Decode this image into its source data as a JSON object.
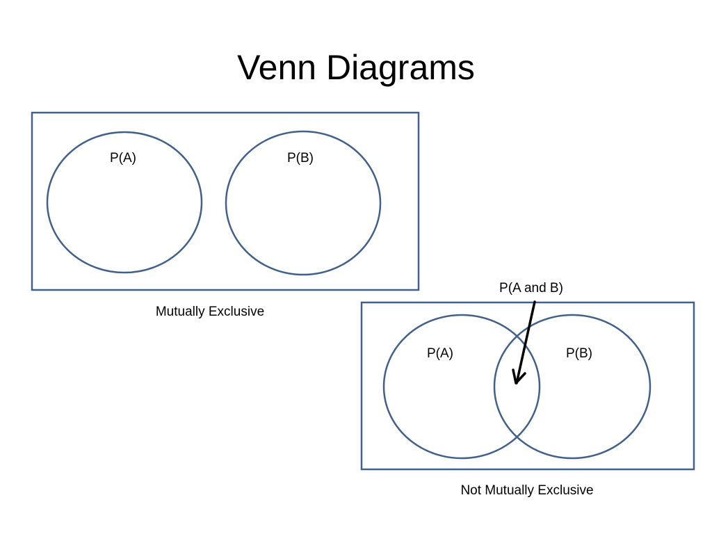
{
  "title": "Venn Diagrams",
  "stroke_color": "#41618a",
  "arrow_color": "#000000",
  "diagrams": [
    {
      "caption": "Mutually Exclusive",
      "set_a_label": "P(A)",
      "set_b_label": "P(B)"
    },
    {
      "caption": "Not Mutually Exclusive",
      "set_a_label": "P(A)",
      "set_b_label": "P(B)",
      "intersection_label": "P(A and B)"
    }
  ]
}
